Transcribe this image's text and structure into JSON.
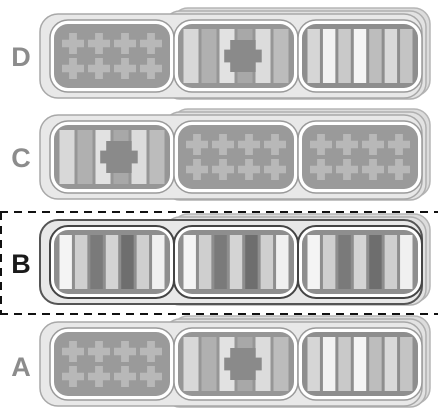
{
  "rows": [
    {
      "label": "D",
      "selected": false,
      "modules": [
        "cross",
        "mixed",
        "bars"
      ]
    },
    {
      "label": "C",
      "selected": false,
      "modules": [
        "mixed",
        "cross",
        "cross"
      ]
    },
    {
      "label": "B",
      "selected": true,
      "modules": [
        "bars",
        "bars",
        "bars"
      ]
    },
    {
      "label": "A",
      "selected": false,
      "modules": [
        "cross",
        "mixed",
        "bars"
      ]
    }
  ],
  "colors": {
    "label_default": "#8c8c8c",
    "label_selected": "#1a1a1a",
    "rack_fill": "#e8e8e8",
    "rack_stroke": "#a8a8a8",
    "slot_fill": "#9c9c9c",
    "selection_line": "#111111"
  }
}
